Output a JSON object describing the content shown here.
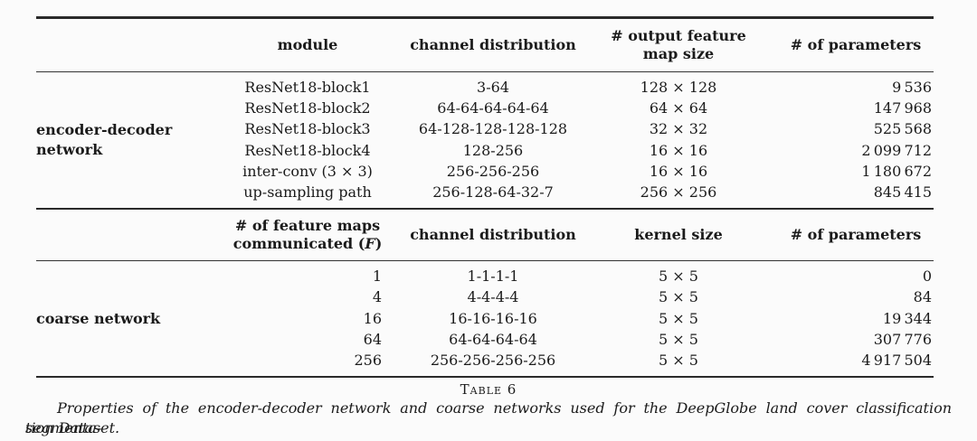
{
  "table": {
    "section1": {
      "group_label": "encoder-decoder network",
      "headers": {
        "module": "module",
        "channel": "channel distribution",
        "map_line1": "# output feature",
        "map_line2": "map size",
        "params": "# of parameters"
      },
      "rows": [
        {
          "module": "ResNet18-block1",
          "channels": "3-64",
          "map_size": "128 × 128",
          "params": "9 536"
        },
        {
          "module": "ResNet18-block2",
          "channels": "64-64-64-64-64",
          "map_size": "64 × 64",
          "params": "147 968"
        },
        {
          "module": "ResNet18-block3",
          "channels": "64-128-128-128-128",
          "map_size": "32 × 32",
          "params": "525 568"
        },
        {
          "module": "ResNet18-block4",
          "channels": "128-256",
          "map_size": "16 × 16",
          "params": "2 099 712"
        },
        {
          "module": "inter-conv (3 × 3)",
          "channels": "256-256-256",
          "map_size": "16 × 16",
          "params": "1 180 672"
        },
        {
          "module": "up-sampling path",
          "channels": "256-128-64-32-7",
          "map_size": "256 × 256",
          "params": "845 415"
        }
      ]
    },
    "section2": {
      "group_label": "coarse network",
      "headers": {
        "fmaps_line1": "# of feature maps",
        "fmaps_line2_pre": "communicated (",
        "fmaps_f": "F",
        "fmaps_line2_post": ")",
        "channel": "channel distribution",
        "kernel": "kernel size",
        "params": "# of parameters"
      },
      "rows": [
        {
          "f": "1",
          "channels": "1-1-1-1",
          "kernel": "5 × 5",
          "params": "0"
        },
        {
          "f": "4",
          "channels": "4-4-4-4",
          "kernel": "5 × 5",
          "params": "84"
        },
        {
          "f": "16",
          "channels": "16-16-16-16",
          "kernel": "5 × 5",
          "params": "19 344"
        },
        {
          "f": "64",
          "channels": "64-64-64-64",
          "kernel": "5 × 5",
          "params": "307 776"
        },
        {
          "f": "256",
          "channels": "256-256-256-256",
          "kernel": "5 × 5",
          "params": "4 917 504"
        }
      ]
    }
  },
  "caption": {
    "label": "Table 6",
    "line1": "Properties of the encoder-decoder network and coarse networks used for the DeepGlobe land cover classification segmenta-",
    "line2": "tion Dataset."
  }
}
